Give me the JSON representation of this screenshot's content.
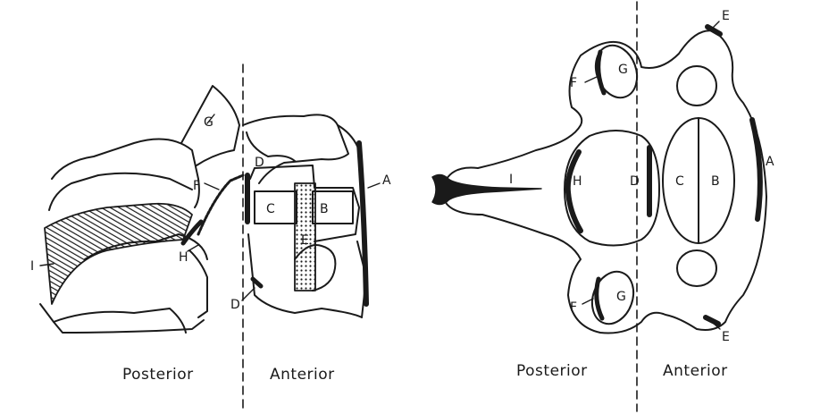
{
  "lateral_view": {
    "labels": {
      "A": "A",
      "B": "B",
      "C": "C",
      "D_upper": "D",
      "D_lower": "D",
      "E": "E",
      "F": "F",
      "G": "G",
      "H": "H",
      "I": "I"
    },
    "captions": {
      "posterior": "Posterior",
      "anterior": "Anterior"
    }
  },
  "axial_view": {
    "labels": {
      "A": "A",
      "B": "B",
      "C": "C",
      "D": "D",
      "E_top": "E",
      "E_bottom": "E",
      "F_top": "F",
      "F_bottom": "F",
      "G_top": "G",
      "G_bottom": "G",
      "H": "H",
      "I": "I"
    },
    "captions": {
      "posterior": "Posterior",
      "anterior": "Anterior"
    }
  },
  "colors": {
    "ink": "#1a1a1a",
    "paper": "#ffffff"
  }
}
